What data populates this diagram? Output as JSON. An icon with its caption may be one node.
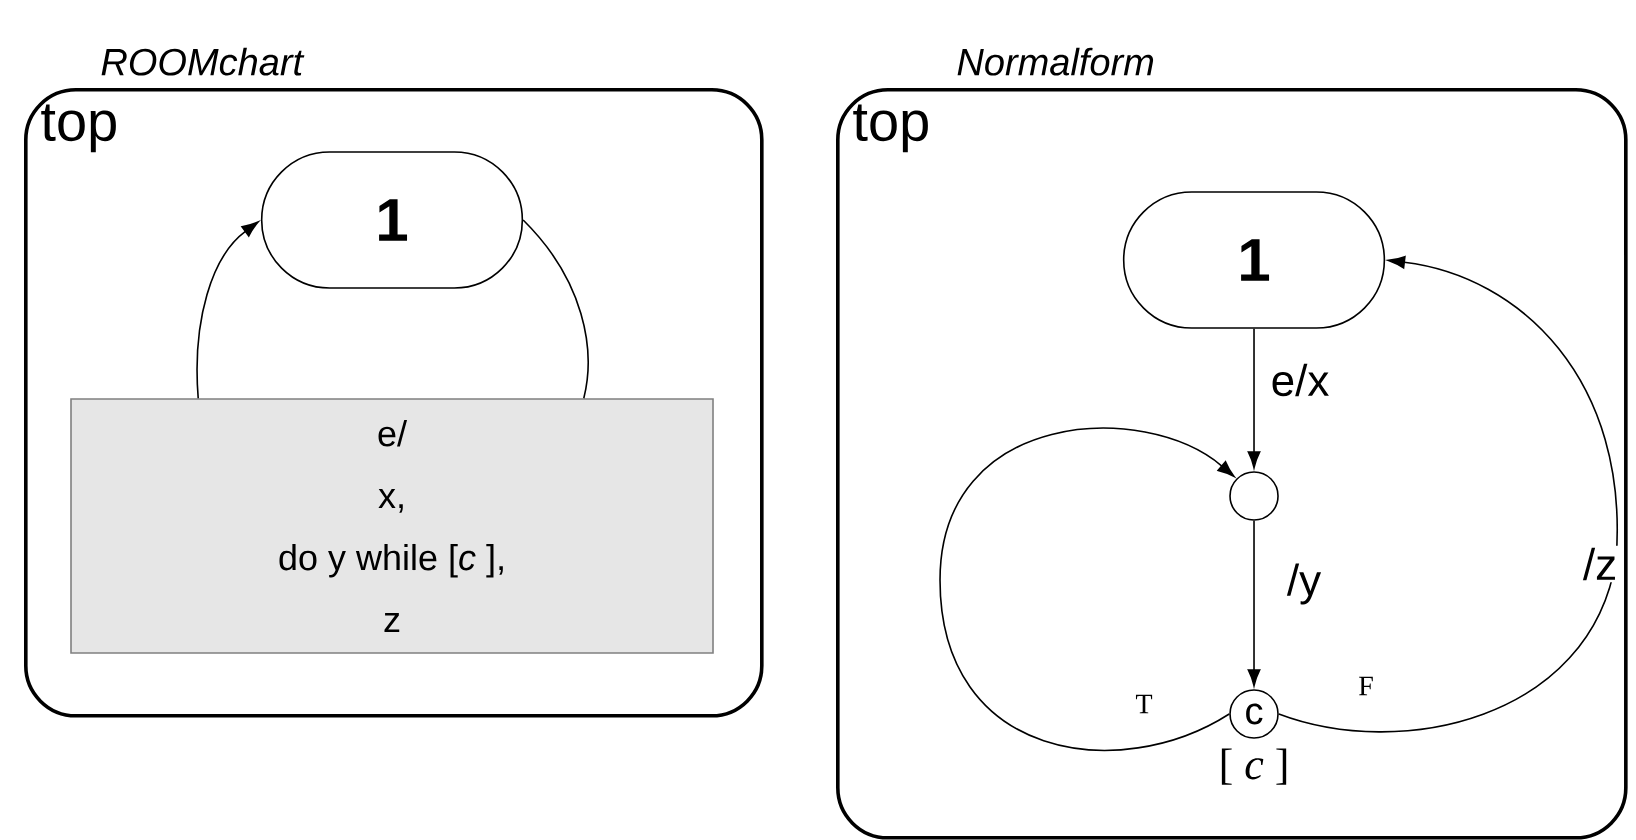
{
  "diagram": {
    "nodes": [
      {
        "text": [
          "top"
        ],
        "beside": [
          "ROOMchart"
        ]
      },
      {
        "text": [
          "1"
        ],
        "in": 0
      },
      {
        "text": [
          "e/",
          "x,",
          "do y while [*c* ],",
          "z"
        ],
        "in": 0
      },
      {
        "text": [
          "top"
        ],
        "beside": [
          "Normalform"
        ]
      },
      {
        "text": [
          "1"
        ],
        "in": 3
      },
      {
        "text": [],
        "shape": "circle",
        "in": 3
      },
      {
        "text": [
          "c"
        ],
        "beside": [
          "[ *c* ]"
        ],
        "in": 3
      }
    ],
    "edges": [
      {
        "from": 2,
        "to": 1,
        "arrow": "to"
      },
      {
        "from": 1,
        "to": 2,
        "arrow": "none"
      },
      {
        "from": 4,
        "to": 5,
        "arrow": "to",
        "label": "e/x"
      },
      {
        "from": 5,
        "to": 6,
        "arrow": "to",
        "label": "/y"
      },
      {
        "from": 6,
        "to": 5,
        "arrow": "to",
        "label": "T"
      },
      {
        "from": 6,
        "to": 4,
        "arrow": "to",
        "label": "/z"
      }
    ],
    "labels": [
      "F"
    ]
  }
}
